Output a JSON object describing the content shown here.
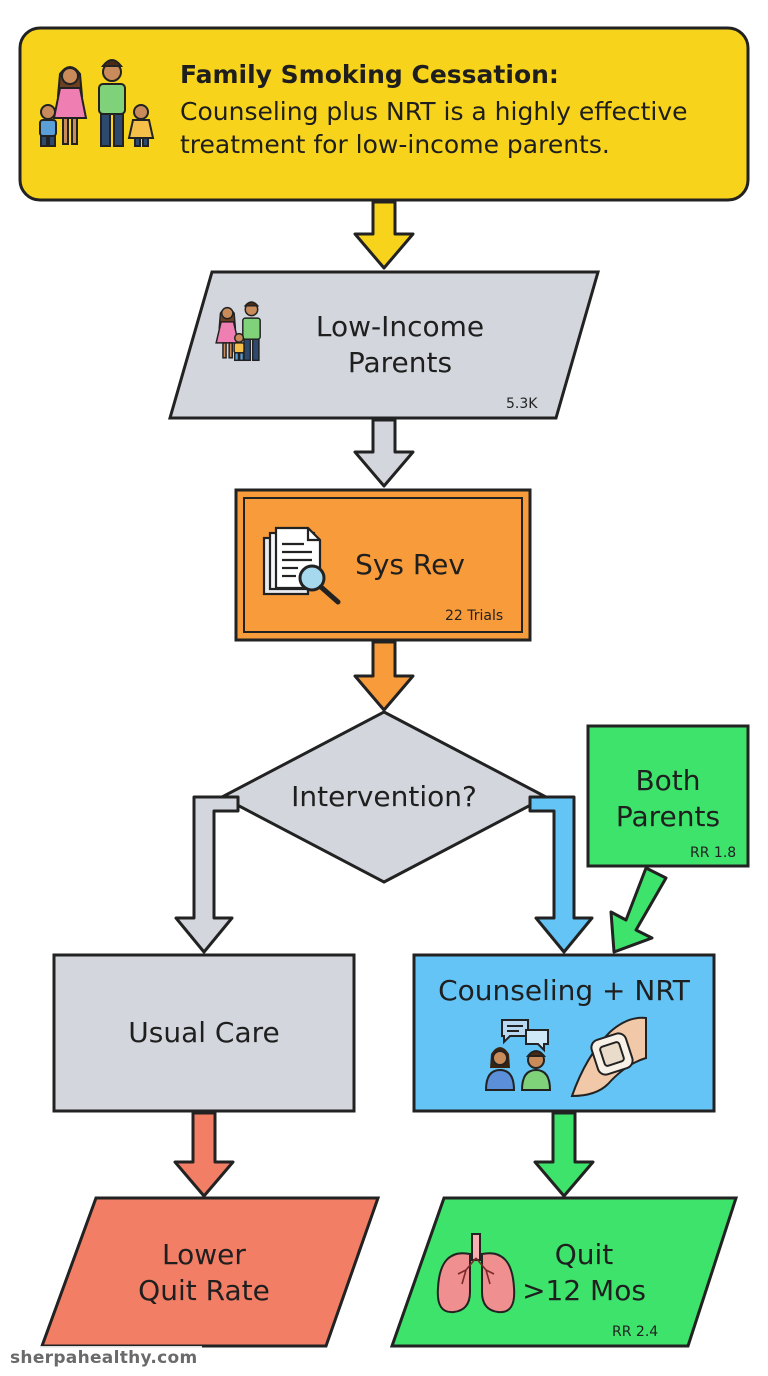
{
  "header": {
    "title": "Family Smoking Cessation:",
    "subtitle_lines": [
      "Counseling plus NRT is a highly effective",
      "treatment for low-income parents."
    ]
  },
  "nodes": {
    "population": {
      "lines": [
        "Low-Income",
        "Parents"
      ],
      "badge": "5.3K"
    },
    "review": {
      "label": "Sys Rev",
      "badge": "22 Trials"
    },
    "decision": {
      "label": "Intervention?"
    },
    "modifier": {
      "lines": [
        "Both",
        "Parents"
      ],
      "badge": "RR 1.8"
    },
    "control": {
      "label": "Usual Care"
    },
    "treatment": {
      "label": "Counseling + NRT"
    },
    "control_outcome": {
      "lines": [
        "Lower",
        "Quit Rate"
      ]
    },
    "treatment_outcome": {
      "lines": [
        "Quit",
        ">12 Mos"
      ],
      "badge": "RR 2.4"
    }
  },
  "colors": {
    "header_fill": "#F7D31C",
    "population_fill": "#D3D7DD",
    "review_fill": "#F89B3A",
    "decision_fill": "#D3D7DD",
    "modifier_fill": "#3DE36B",
    "control_fill": "#D3D7DD",
    "treatment_fill": "#64C4F5",
    "control_outcome_fill": "#F37E66",
    "treatment_outcome_fill": "#3DE36B",
    "stroke": "#222222"
  },
  "icons": {
    "header": "family-icon",
    "population": "family-icon",
    "review": "document-magnifier-icon",
    "treatment": [
      "counseling-icon",
      "nicotine-patch-icon"
    ],
    "treatment_outcome": "lungs-icon"
  },
  "watermark": "sherpahealthy.com"
}
